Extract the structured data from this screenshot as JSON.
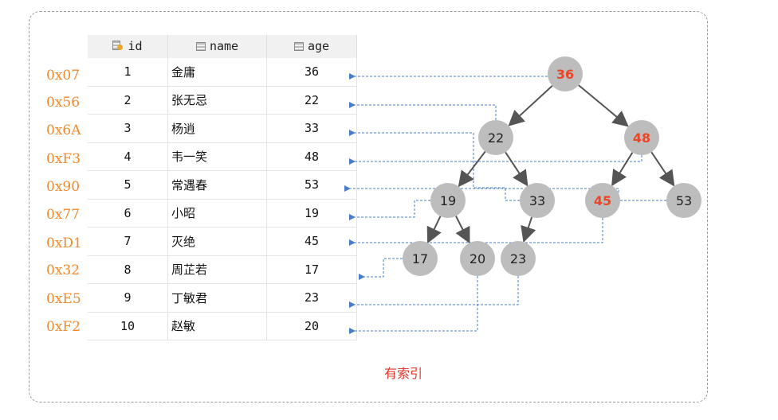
{
  "table": {
    "headers": {
      "id": "id",
      "name": "name",
      "age": "age"
    },
    "rows": [
      {
        "addr": "0x07",
        "id": "1",
        "name": "金庸",
        "age": "36"
      },
      {
        "addr": "0x56",
        "id": "2",
        "name": "张无忌",
        "age": "22"
      },
      {
        "addr": "0x6A",
        "id": "3",
        "name": "杨逍",
        "age": "33"
      },
      {
        "addr": "0xF3",
        "id": "4",
        "name": "韦一笑",
        "age": "48"
      },
      {
        "addr": "0x90",
        "id": "5",
        "name": "常遇春",
        "age": "53"
      },
      {
        "addr": "0x77",
        "id": "6",
        "name": "小昭",
        "age": "19"
      },
      {
        "addr": "0xD1",
        "id": "7",
        "name": "灭绝",
        "age": "45"
      },
      {
        "addr": "0x32",
        "id": "8",
        "name": "周芷若",
        "age": "17"
      },
      {
        "addr": "0xE5",
        "id": "9",
        "name": "丁敏君",
        "age": "23"
      },
      {
        "addr": "0xF2",
        "id": "10",
        "name": "赵敏",
        "age": "20"
      }
    ]
  },
  "tree": {
    "nodes": [
      {
        "label": "36",
        "highlight": true
      },
      {
        "label": "22",
        "highlight": false
      },
      {
        "label": "48",
        "highlight": true
      },
      {
        "label": "19",
        "highlight": false
      },
      {
        "label": "33",
        "highlight": false
      },
      {
        "label": "45",
        "highlight": true
      },
      {
        "label": "53",
        "highlight": false
      },
      {
        "label": "17",
        "highlight": false
      },
      {
        "label": "20",
        "highlight": false
      },
      {
        "label": "23",
        "highlight": false
      }
    ],
    "edges": [
      [
        "36",
        "22"
      ],
      [
        "36",
        "48"
      ],
      [
        "22",
        "19"
      ],
      [
        "22",
        "33"
      ],
      [
        "48",
        "45"
      ],
      [
        "48",
        "53"
      ],
      [
        "19",
        "17"
      ],
      [
        "19",
        "20"
      ],
      [
        "33",
        "23"
      ]
    ],
    "pointers": [
      {
        "node": "36",
        "row": 0
      },
      {
        "node": "22",
        "row": 1
      },
      {
        "node": "33",
        "row": 2
      },
      {
        "node": "48",
        "row": 3
      },
      {
        "node": "53",
        "row": 4
      },
      {
        "node": "19",
        "row": 5
      },
      {
        "node": "45",
        "row": 6
      },
      {
        "node": "17",
        "row": 7
      },
      {
        "node": "23",
        "row": 8
      },
      {
        "node": "20",
        "row": 9
      }
    ]
  },
  "caption": "有索引",
  "colors": {
    "address": "#f08a2c",
    "node_fill": "#bdbdbd",
    "node_highlight_text": "#e8472a",
    "pointer_line": "#4a7cc9",
    "caption": "#e0392b"
  }
}
